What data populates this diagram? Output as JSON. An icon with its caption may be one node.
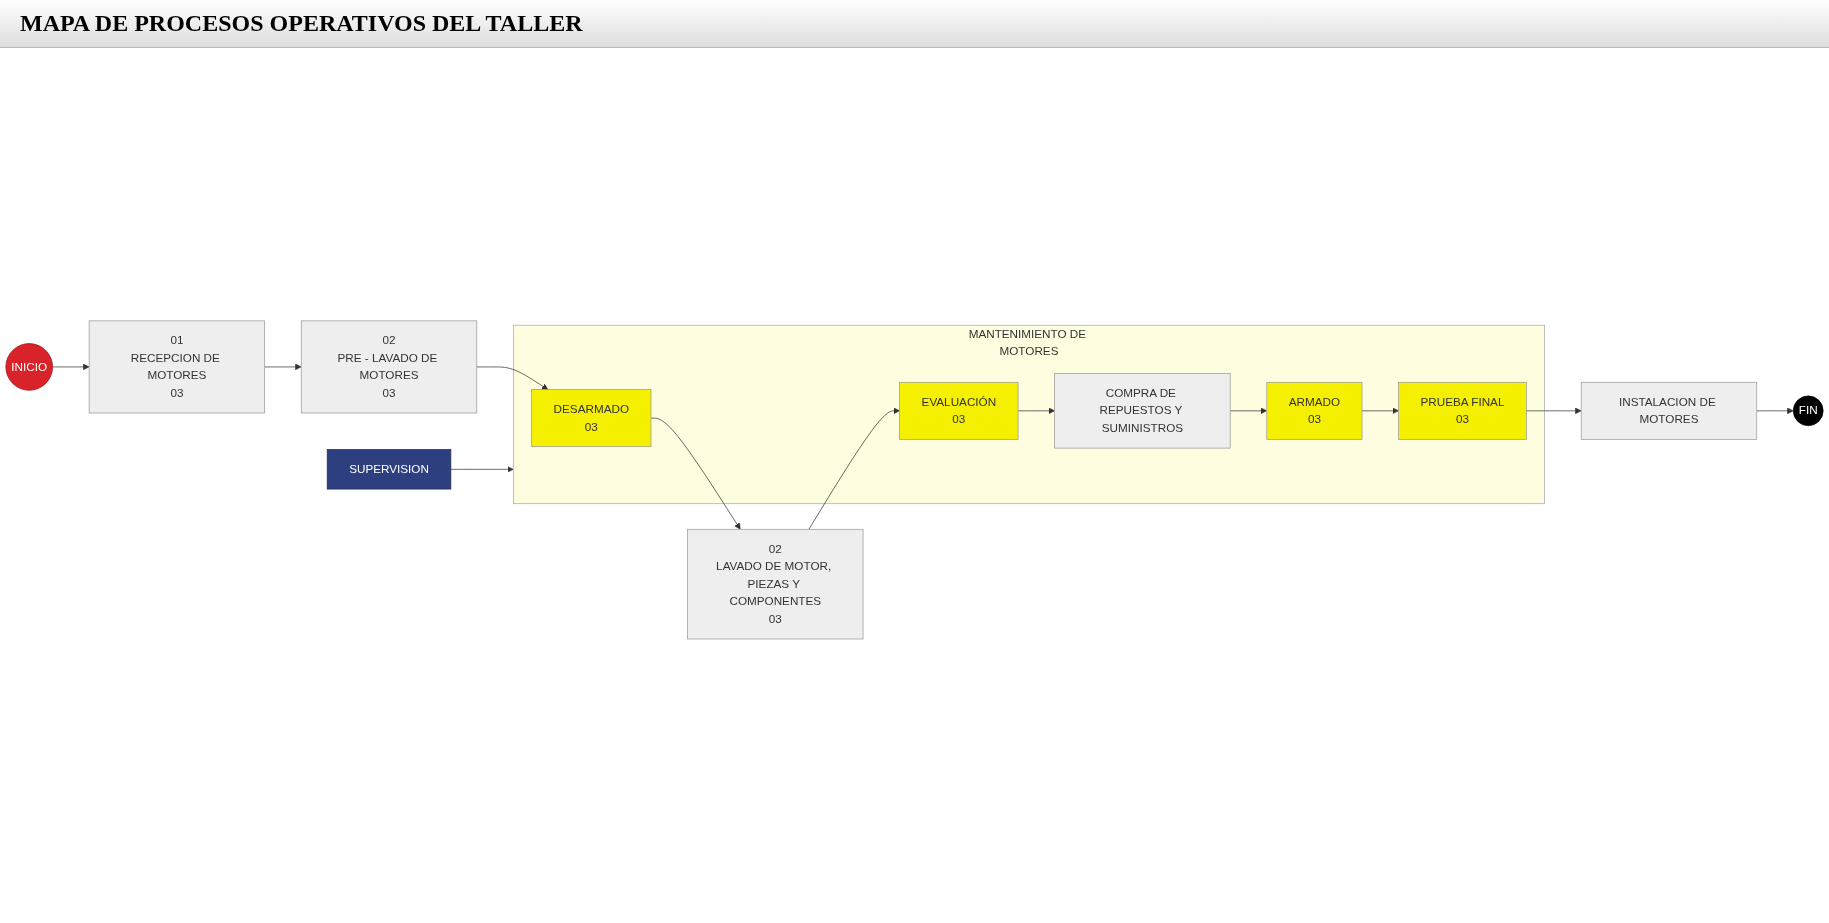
{
  "diagram": {
    "title": "MAPA DE PROCESOS OPERATIVOS DEL TALLER",
    "nodes": [
      {
        "text": [
          "INICIO"
        ]
      },
      {
        "text": [
          "01",
          "RECEPCION DE MOTORES",
          "03"
        ]
      },
      {
        "text": [
          "02",
          "PRE - LAVADO DE MOTORES",
          "03"
        ]
      },
      {
        "text": [
          "SUPERVISION"
        ]
      },
      {
        "text": [
          "MANTENIMIENTO DE MOTORES"
        ]
      },
      {
        "text": [
          "DESARMADO",
          "03"
        ],
        "in": 4
      },
      {
        "text": [
          "02",
          "LAVADO DE MOTOR, PIEZAS Y COMPONENTES",
          "03"
        ]
      },
      {
        "text": [
          "EVALUACIÓN",
          "03"
        ],
        "in": 4
      },
      {
        "text": [
          "COMPRA DE REPUESTOS Y SUMINISTROS"
        ],
        "in": 4
      },
      {
        "text": [
          "ARMADO",
          "03"
        ],
        "in": 4
      },
      {
        "text": [
          "PRUEBA FINAL",
          "03"
        ],
        "in": 4
      },
      {
        "text": [
          "INSTALACION DE MOTORES"
        ]
      },
      {
        "text": [
          "FIN"
        ]
      }
    ],
    "edges": [
      {
        "from": 0,
        "to": 1,
        "arrow": "to"
      },
      {
        "from": 1,
        "to": 2,
        "arrow": "to"
      },
      {
        "from": 2,
        "to": 5,
        "arrow": "to"
      },
      {
        "from": 5,
        "to": 6,
        "arrow": "to"
      },
      {
        "from": 6,
        "to": 7,
        "arrow": "to"
      },
      {
        "from": 3,
        "to": 4,
        "arrow": "to"
      },
      {
        "from": 7,
        "to": 8,
        "arrow": "to"
      },
      {
        "from": 8,
        "to": 9,
        "arrow": "to"
      },
      {
        "from": 9,
        "to": 10,
        "arrow": "to"
      },
      {
        "from": 10,
        "to": 11,
        "arrow": "to"
      },
      {
        "from": 11,
        "to": 12,
        "arrow": "to"
      }
    ]
  }
}
